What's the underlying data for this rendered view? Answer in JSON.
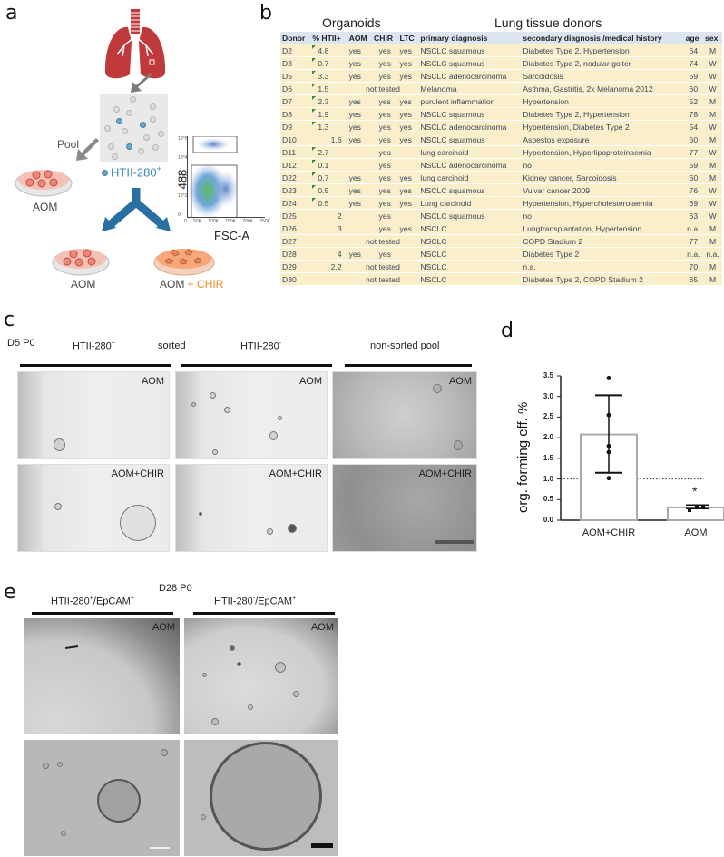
{
  "panels": {
    "a": {
      "letter": "a",
      "pool_label": "Pool",
      "marker_label": "HTII-280",
      "marker_sup": "+",
      "dish_left_label": "AOM",
      "dish_bottom_left_label": "AOM",
      "dish_bottom_right_label_prefix": "AOM",
      "dish_bottom_right_label_plus": " + ",
      "dish_bottom_right_label_suffix": "CHIR",
      "facs": {
        "ylabel": "488",
        "xlabel": "FSC-A",
        "xticks": [
          "0",
          "50K",
          "100K",
          "150K",
          "200K",
          "250K"
        ],
        "yticks": [
          "10^5",
          "10^4",
          "10^3",
          "10^2",
          "0"
        ]
      }
    },
    "b": {
      "letter": "b",
      "group_headers": {
        "organoids": "Organoids",
        "donors": "Lung tissue donors"
      },
      "columns": [
        "Donor",
        "% HTII+",
        "AOM",
        "CHIR",
        "LTC",
        "primary diagnosis",
        "secondary diagnosis  /medical history",
        "age",
        "sex"
      ],
      "rows": [
        {
          "donor": "D2",
          "pct": "4.8",
          "flag": true,
          "aom": "yes",
          "chir": "yes",
          "ltc": "yes",
          "primary": "NSCLC squamous",
          "secondary": "Diabetes Type 2, Hypertension",
          "age": "64",
          "sex": "M"
        },
        {
          "donor": "D3",
          "pct": "0.7",
          "flag": true,
          "aom": "yes",
          "chir": "yes",
          "ltc": "yes",
          "primary": "NSCLC squamous",
          "secondary": "Diabetes Type 2, nodular goiter",
          "age": "74",
          "sex": "W"
        },
        {
          "donor": "D5",
          "pct": "3.3",
          "flag": true,
          "aom": "yes",
          "chir": "yes",
          "ltc": "yes",
          "primary": "NSCLC adenocarcinoma",
          "secondary": "Sarcoidosis",
          "age": "59",
          "sex": "W"
        },
        {
          "donor": "D6",
          "pct": "1.5",
          "flag": true,
          "not_tested": "not tested",
          "primary": "Melanoma",
          "secondary": "Asthma, Gastritis, 2x Melanoma 2012",
          "age": "60",
          "sex": "W"
        },
        {
          "donor": "D7",
          "pct": "2.3",
          "flag": true,
          "aom": "yes",
          "chir": "yes",
          "ltc": "yes",
          "primary": "purulent inflammation",
          "secondary": "Hypertension",
          "age": "52",
          "sex": "M"
        },
        {
          "donor": "D8",
          "pct": "1.9",
          "flag": true,
          "aom": "yes",
          "chir": "yes",
          "ltc": "yes",
          "primary": "NSCLC squamous",
          "secondary": "Diabetes Type 2,  Hypertension",
          "age": "78",
          "sex": "M"
        },
        {
          "donor": "D9",
          "pct": "1.3",
          "flag": true,
          "aom": "yes",
          "chir": "yes",
          "ltc": "yes",
          "primary": "NSCLC adenocarcinoma",
          "secondary": "Hypertension, Diabetes Type 2",
          "age": "54",
          "sex": "W"
        },
        {
          "donor": "D10",
          "pct": "1.6",
          "flag": false,
          "aom": "yes",
          "chir": "yes",
          "ltc": "yes",
          "primary": "NSCLC squamous",
          "secondary": "Asbestos exposure",
          "age": "60",
          "sex": "M"
        },
        {
          "donor": "D11",
          "pct": "2.7",
          "flag": true,
          "aom": "",
          "chir": "yes",
          "ltc": "",
          "primary": "lung carcinoid",
          "secondary": "Hypertension, Hyperlipoproteinaemia",
          "age": "77",
          "sex": "W"
        },
        {
          "donor": "D12",
          "pct": "0.1",
          "flag": true,
          "aom": "",
          "chir": "yes",
          "ltc": "",
          "primary": "NSCLC  adenocarcinoma",
          "secondary": "no",
          "age": "59",
          "sex": "M"
        },
        {
          "donor": "D22",
          "pct": "0.7",
          "flag": true,
          "aom": "yes",
          "chir": "yes",
          "ltc": "yes",
          "primary": "lung carcinoid",
          "secondary": "Kidney cancer, Sarcoidosis",
          "age": "60",
          "sex": "M"
        },
        {
          "donor": "D23",
          "pct": "0.5",
          "flag": true,
          "aom": "yes",
          "chir": "yes",
          "ltc": "yes",
          "primary": "NSCLC squamous",
          "secondary": "Vulvar cancer 2009",
          "age": "76",
          "sex": "W"
        },
        {
          "donor": "D24",
          "pct": "0.5",
          "flag": true,
          "aom": "yes",
          "chir": "yes",
          "ltc": "yes",
          "primary": "Lung carcinoid",
          "secondary": "Hypertension, Hypercholesterolaemia",
          "age": "69",
          "sex": "W"
        },
        {
          "donor": "D25",
          "pct": "2",
          "flag": false,
          "aom": "",
          "chir": "yes",
          "ltc": "",
          "primary": "NSCLC squamous",
          "secondary": "no",
          "age": "63",
          "sex": "W"
        },
        {
          "donor": "D26",
          "pct": "3",
          "flag": false,
          "aom": "",
          "chir": "yes",
          "ltc": "yes",
          "primary": "NSCLC",
          "secondary": "Lungtransplantation, Hypertension",
          "age": "n.a.",
          "sex": "M"
        },
        {
          "donor": "D27",
          "pct": "",
          "flag": false,
          "not_tested": "not tested",
          "primary": "NSCLC",
          "secondary": "COPD Stadium 2",
          "age": "77",
          "sex": "M"
        },
        {
          "donor": "D28",
          "pct": "4",
          "flag": false,
          "aom": "yes",
          "chir": "yes",
          "ltc": "",
          "primary": "NSCLC",
          "secondary": "Diabetes Type 2",
          "age": "n.a.",
          "sex": "n.a."
        },
        {
          "donor": "D29",
          "pct": "2.2",
          "flag": false,
          "not_tested": "not tested",
          "primary": "NSCLC",
          "secondary": "n.a.",
          "age": "70",
          "sex": "M"
        },
        {
          "donor": "D30",
          "pct": "",
          "flag": false,
          "not_tested": "not tested",
          "primary": "NSCLC",
          "secondary": "Diabetes Type 2, COPD Stadium 2",
          "age": "65",
          "sex": "M"
        }
      ]
    },
    "c": {
      "letter": "c",
      "condition": "D5 P0",
      "groups": [
        {
          "label": "HTII-280",
          "sup": "+"
        },
        {
          "label": "sorted",
          "sup": ""
        },
        {
          "label": "HTII-280",
          "sup": "-"
        },
        {
          "label": "non-sorted pool",
          "sup": ""
        }
      ],
      "tags": [
        "AOM",
        "AOM+CHIR"
      ]
    },
    "d": {
      "letter": "d"
    },
    "e": {
      "letter": "e",
      "condition": "D28 P0",
      "groups": [
        {
          "label_a": "HTII-280",
          "sup_a": "+",
          "label_b": "/EpCAM",
          "sup_b": "+"
        },
        {
          "label_a": "HTII-280",
          "sup_a": "-",
          "label_b": "/EpCAM",
          "sup_b": "+"
        }
      ],
      "tag": "AOM"
    }
  },
  "chart_data": {
    "type": "bar",
    "title": "",
    "xlabel": "",
    "ylabel": "org. forming eff. %",
    "categories": [
      "AOM+CHIR",
      "AOM"
    ],
    "values": [
      2.08,
      0.31
    ],
    "error_bars": [
      [
        1.15,
        3.03
      ],
      [
        0.28,
        0.37
      ]
    ],
    "points": [
      [
        3.45,
        2.55,
        1.8,
        1.65,
        1.02
      ],
      [
        0.27,
        0.35,
        0.34
      ]
    ],
    "reference_line": 1.0,
    "annotations": [
      {
        "category": "AOM",
        "text": "*"
      }
    ],
    "ylim": [
      0,
      3.5
    ],
    "yticks": [
      "0.0",
      "0.5",
      "1.0",
      "1.5",
      "2.0",
      "2.5",
      "3.0",
      "3.5"
    ],
    "grid": false
  }
}
